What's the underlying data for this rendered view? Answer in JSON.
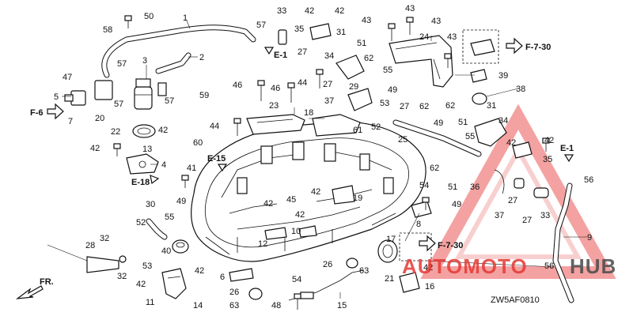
{
  "diagram_code": "ZW5AF0810",
  "front_label": "FR.",
  "watermark": {
    "text_left": "AUTOMOTO",
    "text_right": "HUB",
    "color_red": "#e53935",
    "color_gray": "#4a4a4a",
    "accent": "#f0a0a0"
  },
  "refs": {
    "f7_30_top": "F-7-30",
    "f7_30_bottom": "F-7-30",
    "f6": "F-6",
    "e1_left": "E-1",
    "e1_right": "E-1",
    "e15": "E-15",
    "e18": "E-18"
  },
  "callouts": {
    "c1": "1",
    "c2": "2",
    "c3": "3",
    "c4": "4",
    "c5": "5",
    "c6": "6",
    "c7": "7",
    "c8": "8",
    "c9": "9",
    "c10": "10",
    "c11": "11",
    "c12": "12",
    "c13": "13",
    "c14": "14",
    "c15": "15",
    "c16": "16",
    "c17": "17",
    "c18": "18",
    "c19": "19",
    "c20": "20",
    "c21": "21",
    "c22": "22",
    "c23": "23",
    "c24": "24",
    "c25": "25",
    "c26": "26",
    "c26b": "26",
    "c27a": "27",
    "c27b": "27",
    "c27c": "27",
    "c27d": "27",
    "c27e": "27",
    "c28": "28",
    "c29": "29",
    "c30": "30",
    "c31a": "31",
    "c31b": "31",
    "c32a": "32",
    "c32b": "32",
    "c33a": "33",
    "c33b": "33",
    "c34a": "34",
    "c34b": "34",
    "c35a": "35",
    "c35b": "35",
    "c36": "36",
    "c37a": "37",
    "c37b": "37",
    "c38": "38",
    "c39": "39",
    "c40": "40",
    "c41": "41",
    "c42a": "42",
    "c42b": "42",
    "c42c": "42",
    "c42d": "42",
    "c42e": "42",
    "c42f": "42",
    "c42g": "42",
    "c42h": "42",
    "c42i": "42",
    "c42j": "42",
    "c42k": "42",
    "c42l": "42",
    "c43a": "43",
    "c43b": "43",
    "c43c": "43",
    "c43d": "43",
    "c44a": "44",
    "c44b": "44",
    "c45": "45",
    "c46a": "46",
    "c46b": "46",
    "c47": "47",
    "c48": "48",
    "c49a": "49",
    "c49b": "49",
    "c49c": "49",
    "c49d": "49",
    "c50": "50",
    "c51a": "51",
    "c51b": "51",
    "c51c": "51",
    "c52a": "52",
    "c52b": "52",
    "c53a": "53",
    "c53b": "53",
    "c54a": "54",
    "c54b": "54",
    "c55a": "55",
    "c55b": "55",
    "c55c": "55",
    "c56a": "56",
    "c56b": "56",
    "c57a": "57",
    "c57b": "57",
    "c57c": "57",
    "c57d": "57",
    "c58": "58",
    "c59": "59",
    "c60": "60",
    "c61": "61",
    "c62a": "62",
    "c62b": "62",
    "c62c": "62",
    "c62d": "62",
    "c63a": "63",
    "c63b": "63"
  }
}
